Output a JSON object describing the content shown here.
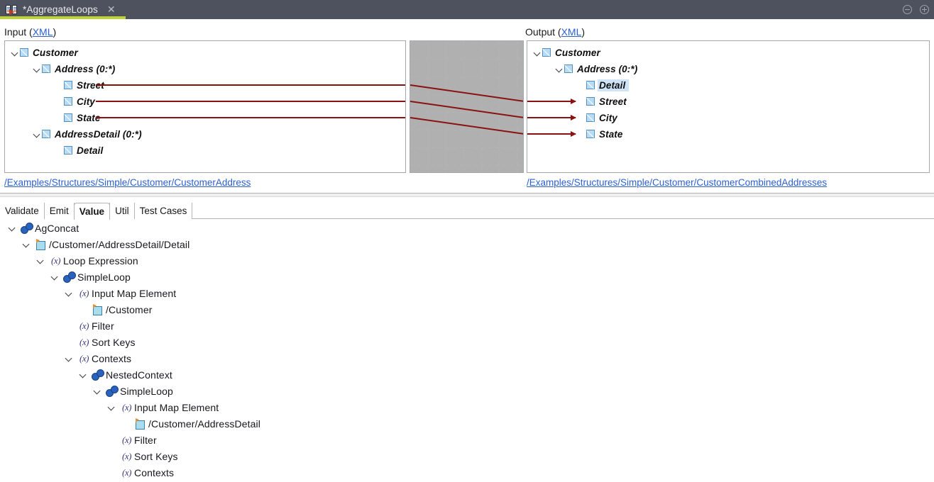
{
  "window": {
    "tab_title": "*AggregateLoops",
    "doc_icon": "mapper-document-icon",
    "close_icon": "close-icon",
    "minimize_icon": "minimize-icon",
    "maximize_icon": "maximize-icon",
    "accent_color": "#bdd435",
    "titlebar_color": "#4e525e"
  },
  "mapper": {
    "input": {
      "label_prefix": "Input (",
      "label_link": "XML",
      "label_suffix": ")",
      "path": "/Examples/Structures/Simple/Customer/CustomerAddress",
      "nodes": [
        {
          "label": "Customer",
          "depth": 0,
          "expandable": true,
          "selected": false
        },
        {
          "label": "Address (0:*)",
          "depth": 1,
          "expandable": true,
          "selected": false
        },
        {
          "label": "Street",
          "depth": 2,
          "expandable": false,
          "selected": false
        },
        {
          "label": "City",
          "depth": 2,
          "expandable": false,
          "selected": false
        },
        {
          "label": "State",
          "depth": 2,
          "expandable": false,
          "selected": false
        },
        {
          "label": "AddressDetail (0:*)",
          "depth": 1,
          "expandable": true,
          "selected": false
        },
        {
          "label": "Detail",
          "depth": 2,
          "expandable": false,
          "selected": false
        }
      ]
    },
    "output": {
      "label_prefix": "Output (",
      "label_link": "XML",
      "label_suffix": ")",
      "path": "/Examples/Structures/Simple/Customer/CustomerCombinedAddresses",
      "nodes": [
        {
          "label": "Customer",
          "depth": 0,
          "expandable": true,
          "selected": false
        },
        {
          "label": "Address (0:*)",
          "depth": 1,
          "expandable": true,
          "selected": false
        },
        {
          "label": "Detail",
          "depth": 2,
          "expandable": false,
          "selected": true
        },
        {
          "label": "Street",
          "depth": 2,
          "expandable": false,
          "selected": false
        },
        {
          "label": "City",
          "depth": 2,
          "expandable": false,
          "selected": false
        },
        {
          "label": "State",
          "depth": 2,
          "expandable": false,
          "selected": false
        }
      ]
    },
    "links": [
      {
        "from": "Street",
        "to": "Street"
      },
      {
        "from": "City",
        "to": "City"
      },
      {
        "from": "State",
        "to": "State"
      }
    ],
    "link_color": "#8b1010"
  },
  "tabs": [
    {
      "label": "Validate",
      "active": false
    },
    {
      "label": "Emit",
      "active": false
    },
    {
      "label": "Value",
      "active": true
    },
    {
      "label": "Util",
      "active": false
    },
    {
      "label": "Test Cases",
      "active": false
    }
  ],
  "expression_tree": [
    {
      "label": "AgConcat",
      "depth": 0,
      "icon": "link-icon",
      "expandable": true
    },
    {
      "label": "/Customer/AddressDetail/Detail",
      "depth": 1,
      "icon": "path-node-icon",
      "expandable": true
    },
    {
      "label": "Loop Expression",
      "depth": 2,
      "icon": "expression-icon",
      "expandable": true
    },
    {
      "label": "SimpleLoop",
      "depth": 3,
      "icon": "link-icon",
      "expandable": true
    },
    {
      "label": "Input Map Element",
      "depth": 4,
      "icon": "expression-icon",
      "expandable": true
    },
    {
      "label": "/Customer",
      "depth": 5,
      "icon": "path-node-icon",
      "expandable": false
    },
    {
      "label": "Filter",
      "depth": 4,
      "icon": "expression-icon",
      "expandable": false
    },
    {
      "label": "Sort Keys",
      "depth": 4,
      "icon": "expression-icon",
      "expandable": false
    },
    {
      "label": "Contexts",
      "depth": 4,
      "icon": "expression-icon",
      "expandable": true
    },
    {
      "label": "NestedContext",
      "depth": 5,
      "icon": "link-icon",
      "expandable": true
    },
    {
      "label": "SimpleLoop",
      "depth": 6,
      "icon": "link-icon",
      "expandable": true
    },
    {
      "label": "Input Map Element",
      "depth": 7,
      "icon": "expression-icon",
      "expandable": true
    },
    {
      "label": "/Customer/AddressDetail",
      "depth": 8,
      "icon": "path-node-icon",
      "expandable": false
    },
    {
      "label": "Filter",
      "depth": 7,
      "icon": "expression-icon",
      "expandable": false
    },
    {
      "label": "Sort Keys",
      "depth": 7,
      "icon": "expression-icon",
      "expandable": false
    },
    {
      "label": "Contexts",
      "depth": 7,
      "icon": "expression-icon",
      "expandable": false
    }
  ]
}
